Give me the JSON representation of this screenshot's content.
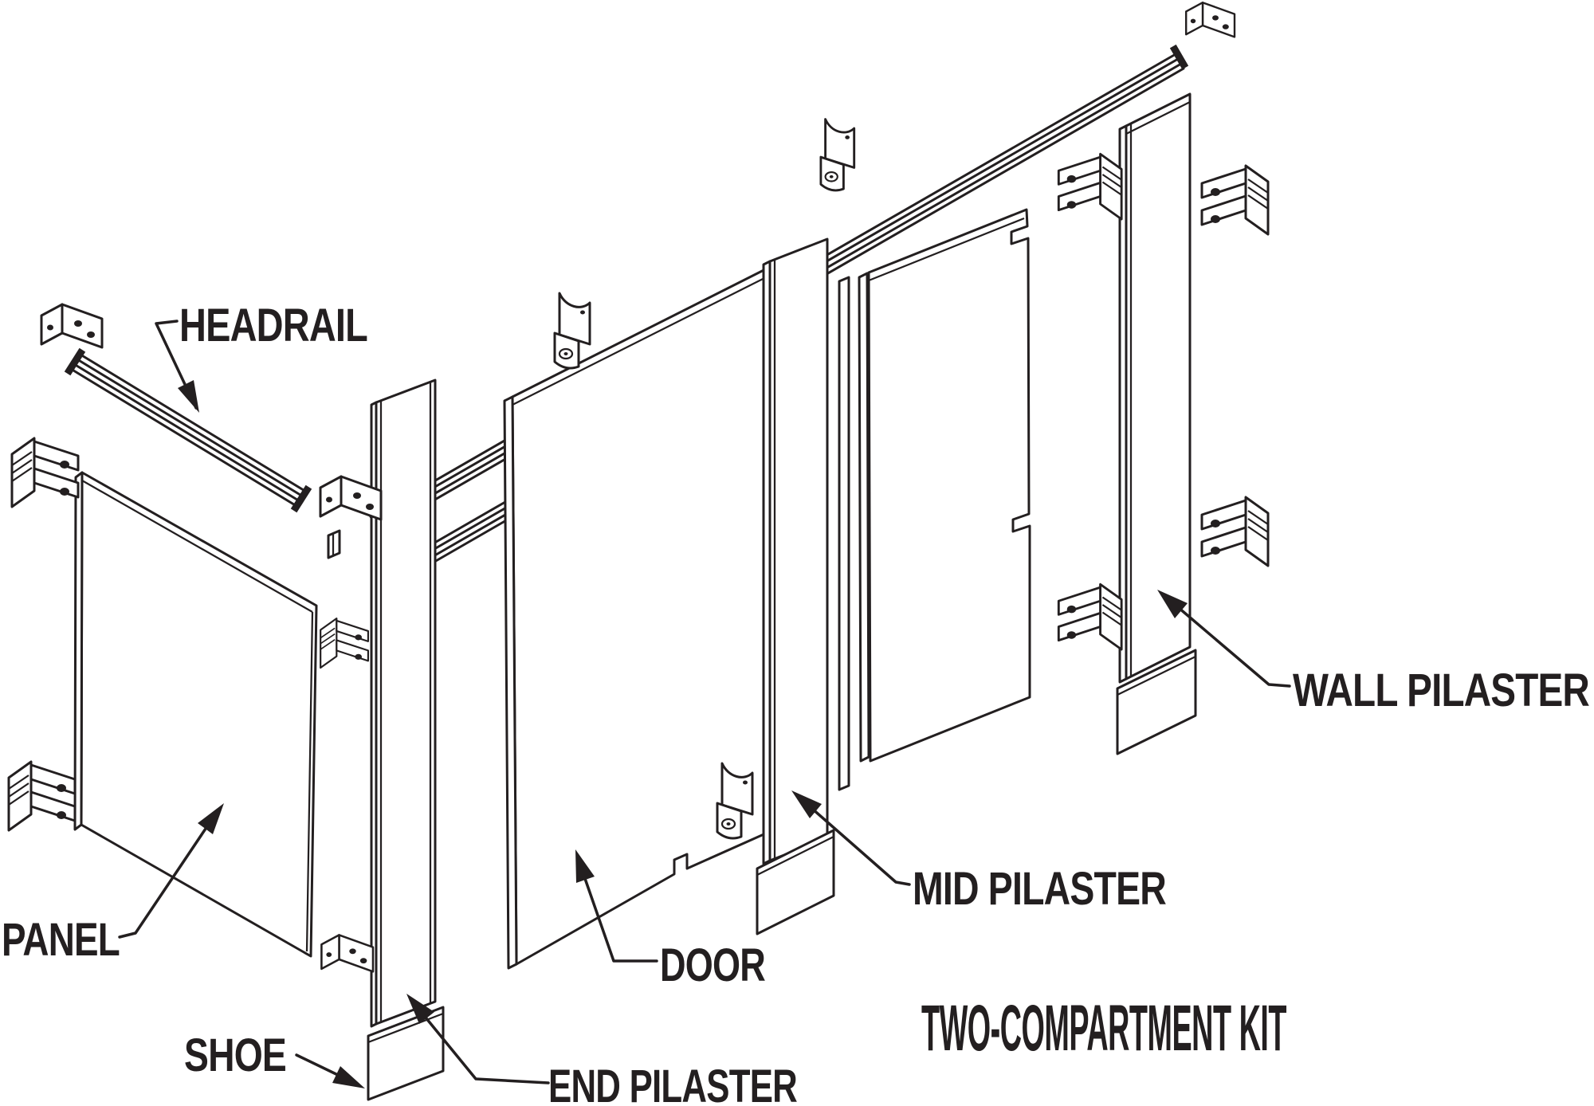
{
  "diagram": {
    "title": "TWO-COMPARTMENT KIT",
    "labels": {
      "headrail": "HEADRAIL",
      "panel": "PANEL",
      "shoe": "SHOE",
      "end_pilaster": "END PILASTER",
      "door": "DOOR",
      "mid_pilaster": "MID PILASTER",
      "wall_pilaster": "WALL PILASTER"
    },
    "colors": {
      "line": "#231f20",
      "background": "#ffffff"
    }
  }
}
